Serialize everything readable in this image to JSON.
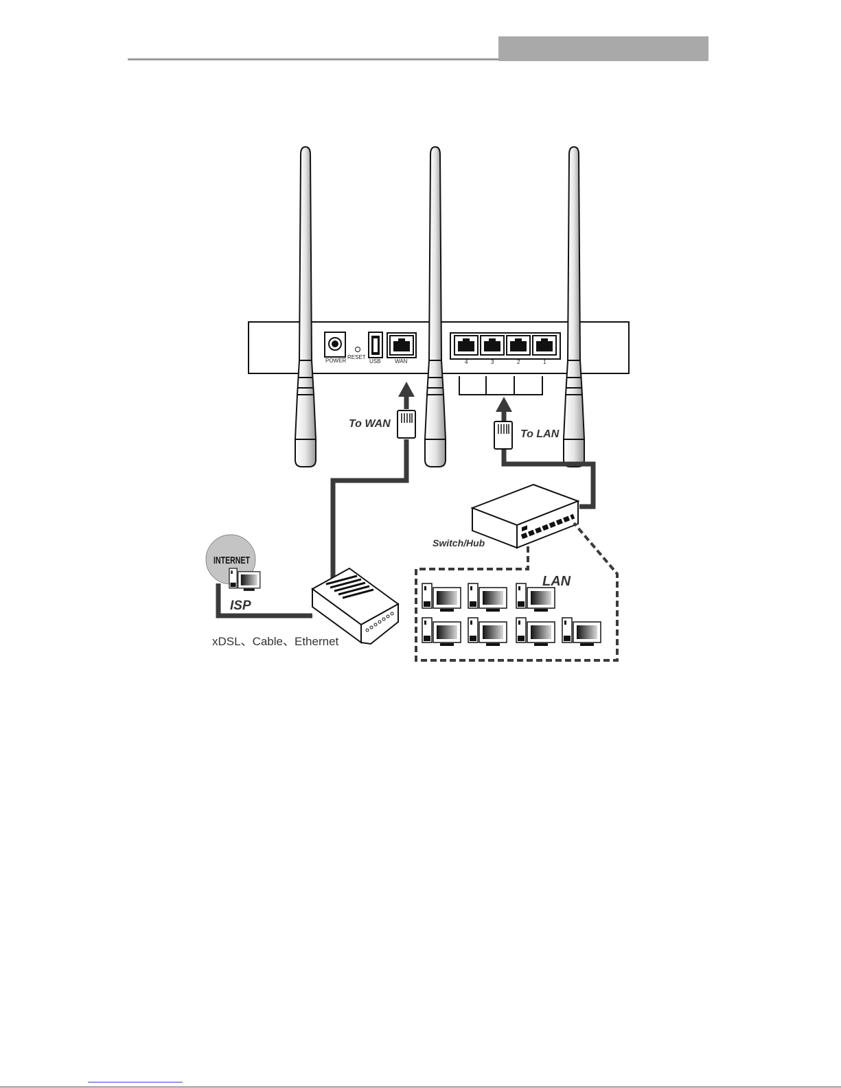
{
  "router": {
    "ports": {
      "power_label": "POWER",
      "reset_label": "RESET",
      "usb_label": "USB",
      "wan_label": "WAN",
      "lan_numbers": [
        "4",
        "3",
        "2",
        "1"
      ]
    }
  },
  "labels": {
    "to_wan": "To WAN",
    "to_lan": "To LAN",
    "switch_hub": "Switch/Hub",
    "lan": "LAN",
    "internet": "INTERNET",
    "isp": "ISP",
    "modem_types": "xDSL、Cable、Ethernet"
  },
  "colors": {
    "header_bar": "#a9a9a9",
    "cable": "#3a3a3a",
    "line": "#111111"
  }
}
